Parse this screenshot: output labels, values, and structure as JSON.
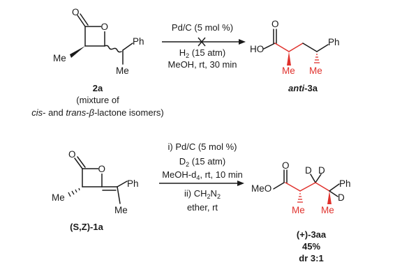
{
  "reaction1": {
    "conditions": {
      "catalyst": "Pd/C (5 mol %)",
      "gas_h": "H",
      "gas_sub": "2",
      "gas_rest": " (15 atm)",
      "solvent": "MeOH, rt, 30 min"
    },
    "reactant": {
      "label": "2a",
      "note_line1": "(mixture of",
      "note_cis": "cis",
      "note_mid": "- and ",
      "note_trans": "trans",
      "note_dash": "-",
      "note_beta": "β",
      "note_end": "-lactone isomers)",
      "atoms": {
        "o_ring": "O",
        "o_carbonyl": "O",
        "me": "Me",
        "ph": "Ph",
        "me2": "Me"
      }
    },
    "product": {
      "label_italic": "anti",
      "label_rest": "-3a",
      "atoms": {
        "ho": "HO",
        "o": "O",
        "me1": "Me",
        "me2": "Me",
        "ph": "Ph"
      }
    }
  },
  "reaction2": {
    "conditions": {
      "step1": "i) Pd/C (5 mol %)",
      "gas_d": "D",
      "gas_sub": "2",
      "gas_rest": " (15 atm)",
      "solvent_a": "MeOH-d",
      "solvent_sub": "4",
      "solvent_b": ", rt, 10 min",
      "step2_a": "ii) CH",
      "step2_sub1": "2",
      "step2_b": "N",
      "step2_sub2": "2",
      "step2_solvent": "ether, rt"
    },
    "reactant": {
      "label": "(S,Z)-1a",
      "atoms": {
        "o_ring": "O",
        "o_carbonyl": "O",
        "me": "Me",
        "ph": "Ph",
        "me2": "Me"
      }
    },
    "product": {
      "label": "(+)-3aa",
      "yield": "45%",
      "dr": "dr 3:1",
      "atoms": {
        "meo": "MeO",
        "o": "O",
        "d1": "D",
        "d2": "D",
        "d3": "D",
        "me1": "Me",
        "me2": "Me",
        "ph": "Ph"
      }
    }
  }
}
